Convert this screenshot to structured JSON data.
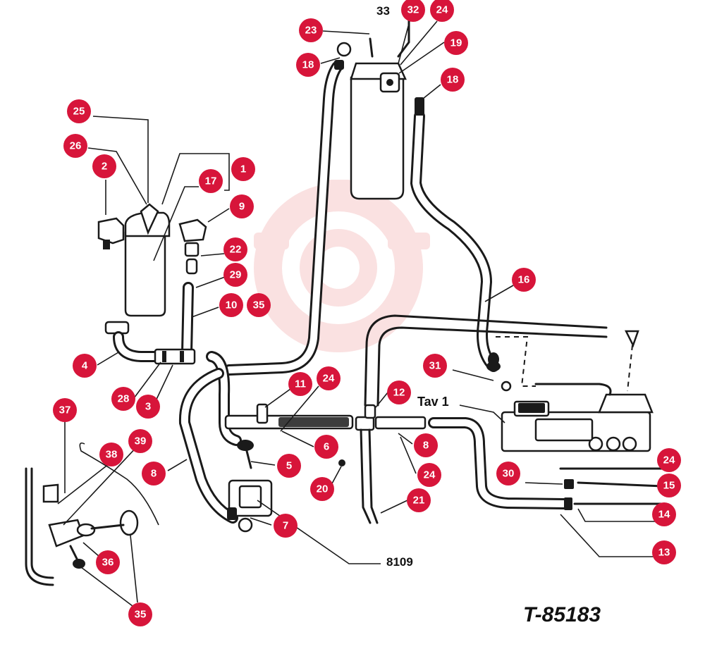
{
  "diagram": {
    "drawing_number": "T-85183",
    "labels": {
      "top_number": "33",
      "valve_label": "Tav 1",
      "ref_code": "8109"
    },
    "callouts": [
      {
        "id": "c33a",
        "text": "32"
      },
      {
        "id": "c24top",
        "text": "24"
      },
      {
        "id": "c23",
        "text": "23"
      },
      {
        "id": "c19",
        "text": "19"
      },
      {
        "id": "c18a",
        "text": "18"
      },
      {
        "id": "c18b",
        "text": "18"
      },
      {
        "id": "c25",
        "text": "25"
      },
      {
        "id": "c26",
        "text": "26"
      },
      {
        "id": "c2",
        "text": "2"
      },
      {
        "id": "c1",
        "text": "1"
      },
      {
        "id": "c17",
        "text": "17"
      },
      {
        "id": "c9",
        "text": "9"
      },
      {
        "id": "c22",
        "text": "22"
      },
      {
        "id": "c29",
        "text": "29"
      },
      {
        "id": "c10",
        "text": "10"
      },
      {
        "id": "c35a",
        "text": "35"
      },
      {
        "id": "c16",
        "text": "16"
      },
      {
        "id": "c4",
        "text": "4"
      },
      {
        "id": "c28",
        "text": "28"
      },
      {
        "id": "c3",
        "text": "3"
      },
      {
        "id": "c11",
        "text": "11"
      },
      {
        "id": "c24b",
        "text": "24"
      },
      {
        "id": "c31",
        "text": "31"
      },
      {
        "id": "c12",
        "text": "12"
      },
      {
        "id": "c37",
        "text": "37"
      },
      {
        "id": "c39",
        "text": "39"
      },
      {
        "id": "c38",
        "text": "38"
      },
      {
        "id": "c6",
        "text": "6"
      },
      {
        "id": "c8a",
        "text": "8"
      },
      {
        "id": "c8b",
        "text": "8"
      },
      {
        "id": "c5",
        "text": "5"
      },
      {
        "id": "c20",
        "text": "20"
      },
      {
        "id": "c24c",
        "text": "24"
      },
      {
        "id": "c30",
        "text": "30"
      },
      {
        "id": "c24d",
        "text": "24"
      },
      {
        "id": "c15",
        "text": "15"
      },
      {
        "id": "c21",
        "text": "21"
      },
      {
        "id": "c14",
        "text": "14"
      },
      {
        "id": "c7",
        "text": "7"
      },
      {
        "id": "c36",
        "text": "36"
      },
      {
        "id": "c13",
        "text": "13"
      },
      {
        "id": "c35b",
        "text": "35"
      }
    ]
  }
}
